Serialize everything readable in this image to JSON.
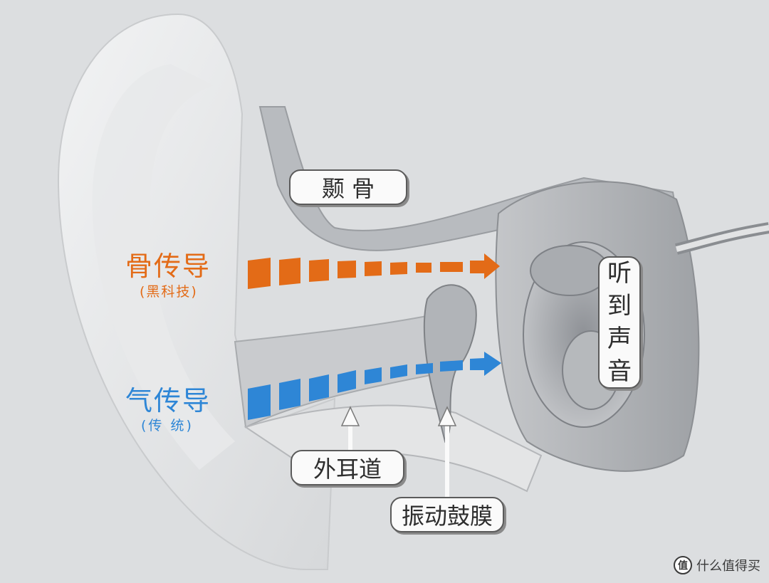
{
  "labels": {
    "temporal_bone": "颞 骨",
    "bone_conduction_title": "骨传导",
    "bone_conduction_sub": "(黑科技)",
    "air_conduction_title": "气传导",
    "air_conduction_sub": "(传 统)",
    "ear_canal": "外耳道",
    "eardrum": "振动鼓膜",
    "hear_sound": [
      "听",
      "到",
      "声",
      "音"
    ]
  },
  "watermark": {
    "icon_glyph": "值",
    "text": "什么值得买"
  },
  "colors": {
    "bone_arrow": "#e36b17",
    "air_arrow": "#2e86d6",
    "background": "#dcdee0"
  }
}
